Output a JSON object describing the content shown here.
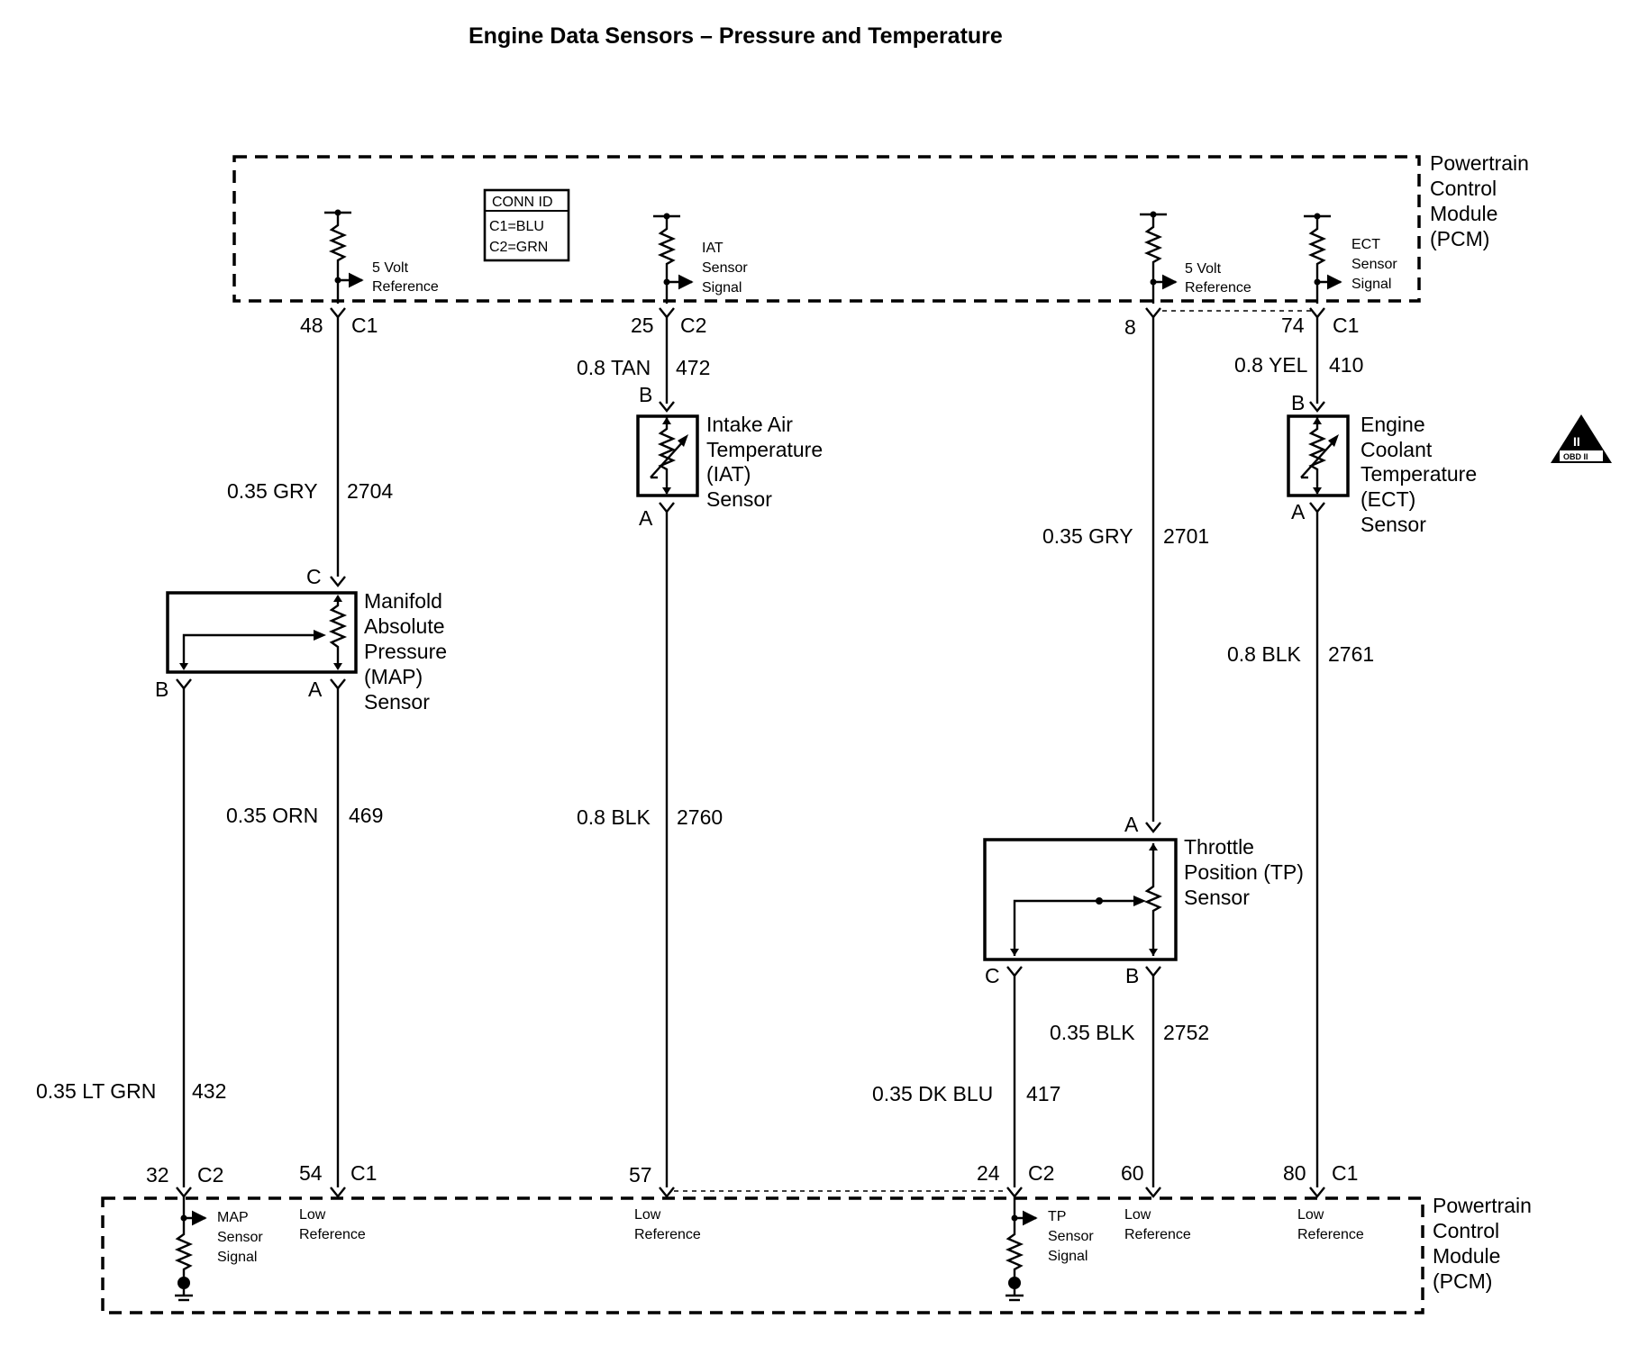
{
  "title": "Engine Data Sensors – Pressure and Temperature",
  "pcm_label": [
    "Powertrain",
    "Control",
    "Module",
    "(PCM)"
  ],
  "conn_id": {
    "heading": "CONN ID",
    "lines": [
      "C1=BLU",
      "C2=GRN"
    ]
  },
  "pcm_top": [
    {
      "lines": [
        "5 Volt",
        "Reference"
      ],
      "pin": "48",
      "connector": "C1"
    },
    {
      "lines": [
        "IAT",
        "Sensor",
        "Signal"
      ],
      "pin": "25",
      "connector": "C2"
    },
    {
      "lines": [
        "5 Volt",
        "Reference"
      ],
      "pin": "8",
      "connector": ""
    },
    {
      "lines": [
        "ECT",
        "Sensor",
        "Signal"
      ],
      "pin": "74",
      "connector": "C1"
    }
  ],
  "pcm_bottom": [
    {
      "lines": [
        "MAP",
        "Sensor",
        "Signal"
      ],
      "pin": "32",
      "connector": "C2"
    },
    {
      "lines": [
        "Low",
        "Reference"
      ],
      "pin": "54",
      "connector": "C1"
    },
    {
      "lines": [
        "Low",
        "Reference"
      ],
      "pin": "57",
      "connector": ""
    },
    {
      "lines": [
        "TP",
        "Sensor",
        "Signal"
      ],
      "pin": "24",
      "connector": "C2"
    },
    {
      "lines": [
        "Low",
        "Reference"
      ],
      "pin": "60",
      "connector": ""
    },
    {
      "lines": [
        "Low",
        "Reference"
      ],
      "pin": "80",
      "connector": "C1"
    }
  ],
  "wires": [
    {
      "gauge_color": "0.35 GRY",
      "circuit": "2704"
    },
    {
      "gauge_color": "0.8 TAN",
      "circuit": "472"
    },
    {
      "gauge_color": "0.35 GRY",
      "circuit": "2701"
    },
    {
      "gauge_color": "0.8 YEL",
      "circuit": "410"
    },
    {
      "gauge_color": "0.35 ORN",
      "circuit": "469"
    },
    {
      "gauge_color": "0.8 BLK",
      "circuit": "2760"
    },
    {
      "gauge_color": "0.8 BLK",
      "circuit": "2761"
    },
    {
      "gauge_color": "0.35 BLK",
      "circuit": "2752"
    },
    {
      "gauge_color": "0.35 LT GRN",
      "circuit": "432"
    },
    {
      "gauge_color": "0.35 DK BLU",
      "circuit": "417"
    }
  ],
  "sensors": {
    "map": {
      "name": [
        "Manifold",
        "Absolute",
        "Pressure",
        "(MAP)",
        "Sensor"
      ],
      "pins": [
        "C",
        "B",
        "A"
      ]
    },
    "iat": {
      "name": [
        "Intake Air",
        "Temperature",
        "(IAT)",
        "Sensor"
      ],
      "pins": [
        "B",
        "A"
      ]
    },
    "ect": {
      "name": [
        "Engine",
        "Coolant",
        "Temperature",
        "(ECT)",
        "Sensor"
      ],
      "pins": [
        "B",
        "A"
      ]
    },
    "tp": {
      "name": [
        "Throttle",
        "Position (TP)",
        "Sensor"
      ],
      "pins": [
        "A",
        "C",
        "B"
      ]
    }
  },
  "badge": {
    "top": "II",
    "bottom": "OBD II"
  }
}
